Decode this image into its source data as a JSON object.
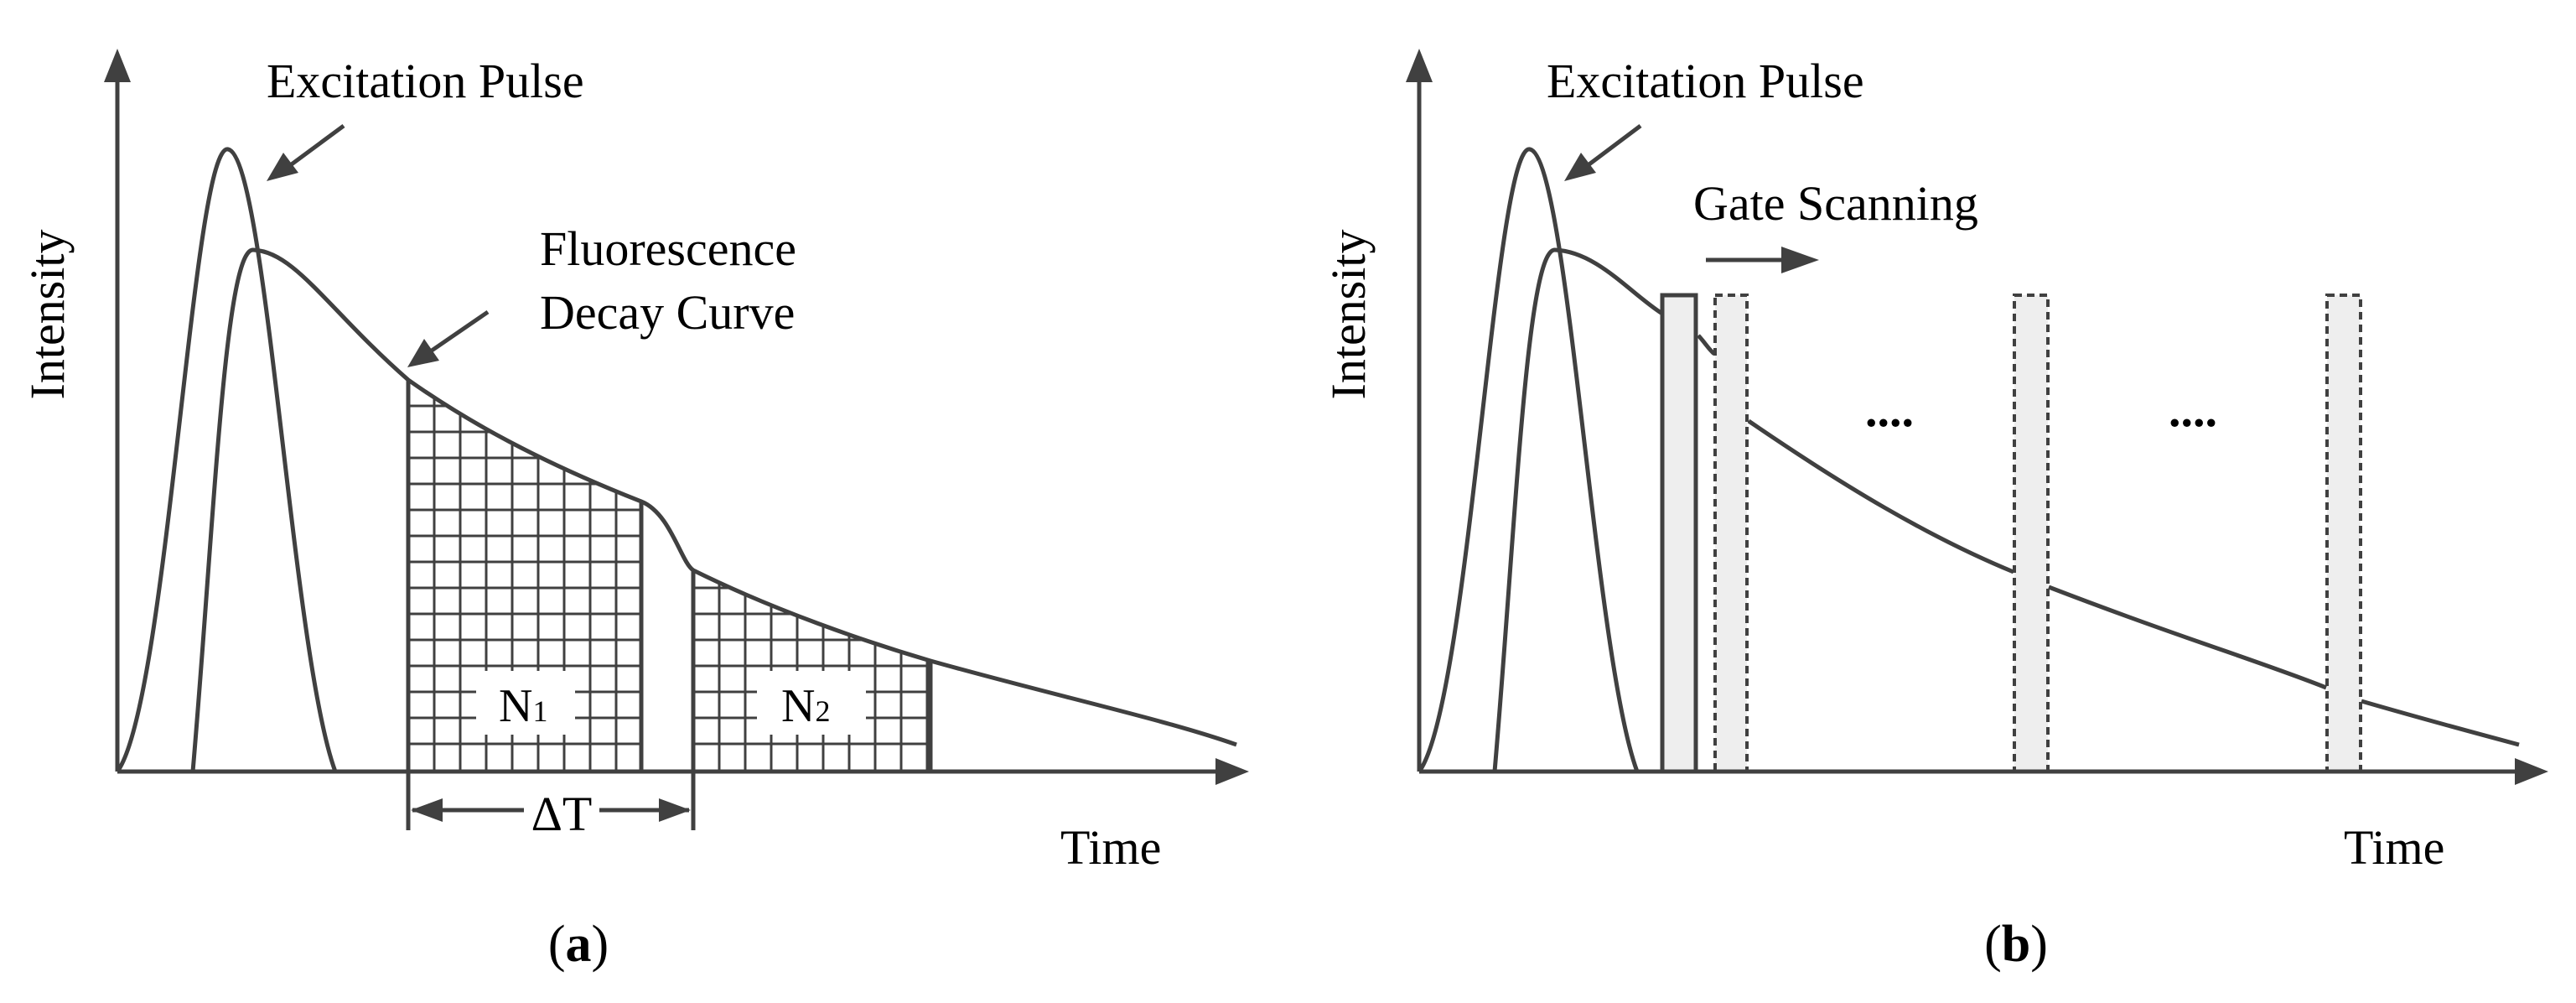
{
  "panels": {
    "a": {
      "caption_open": "(",
      "caption_letter": "a",
      "caption_close": ")",
      "y_axis_label": "Intensity",
      "x_axis_label": "Time",
      "pulse_label": "Excitation Pulse",
      "decay_label_line1": "Fluorescence",
      "decay_label_line2": "Decay Curve",
      "gate1_label_main": "N",
      "gate1_label_sub": "1",
      "gate2_label_main": "N",
      "gate2_label_sub": "2",
      "interval_label": "ΔT"
    },
    "b": {
      "caption_open": "(",
      "caption_letter": "b",
      "caption_close": ")",
      "y_axis_label": "Intensity",
      "x_axis_label": "Time",
      "pulse_label": "Excitation Pulse",
      "scan_label": "Gate Scanning",
      "ellipsis_1": "....",
      "ellipsis_2": "...."
    }
  },
  "colors": {
    "line": "#404040",
    "grid": "#404040",
    "gate_fill": "#eeeeee",
    "background": "#ffffff"
  },
  "icons": [
    "arrow-icon"
  ]
}
